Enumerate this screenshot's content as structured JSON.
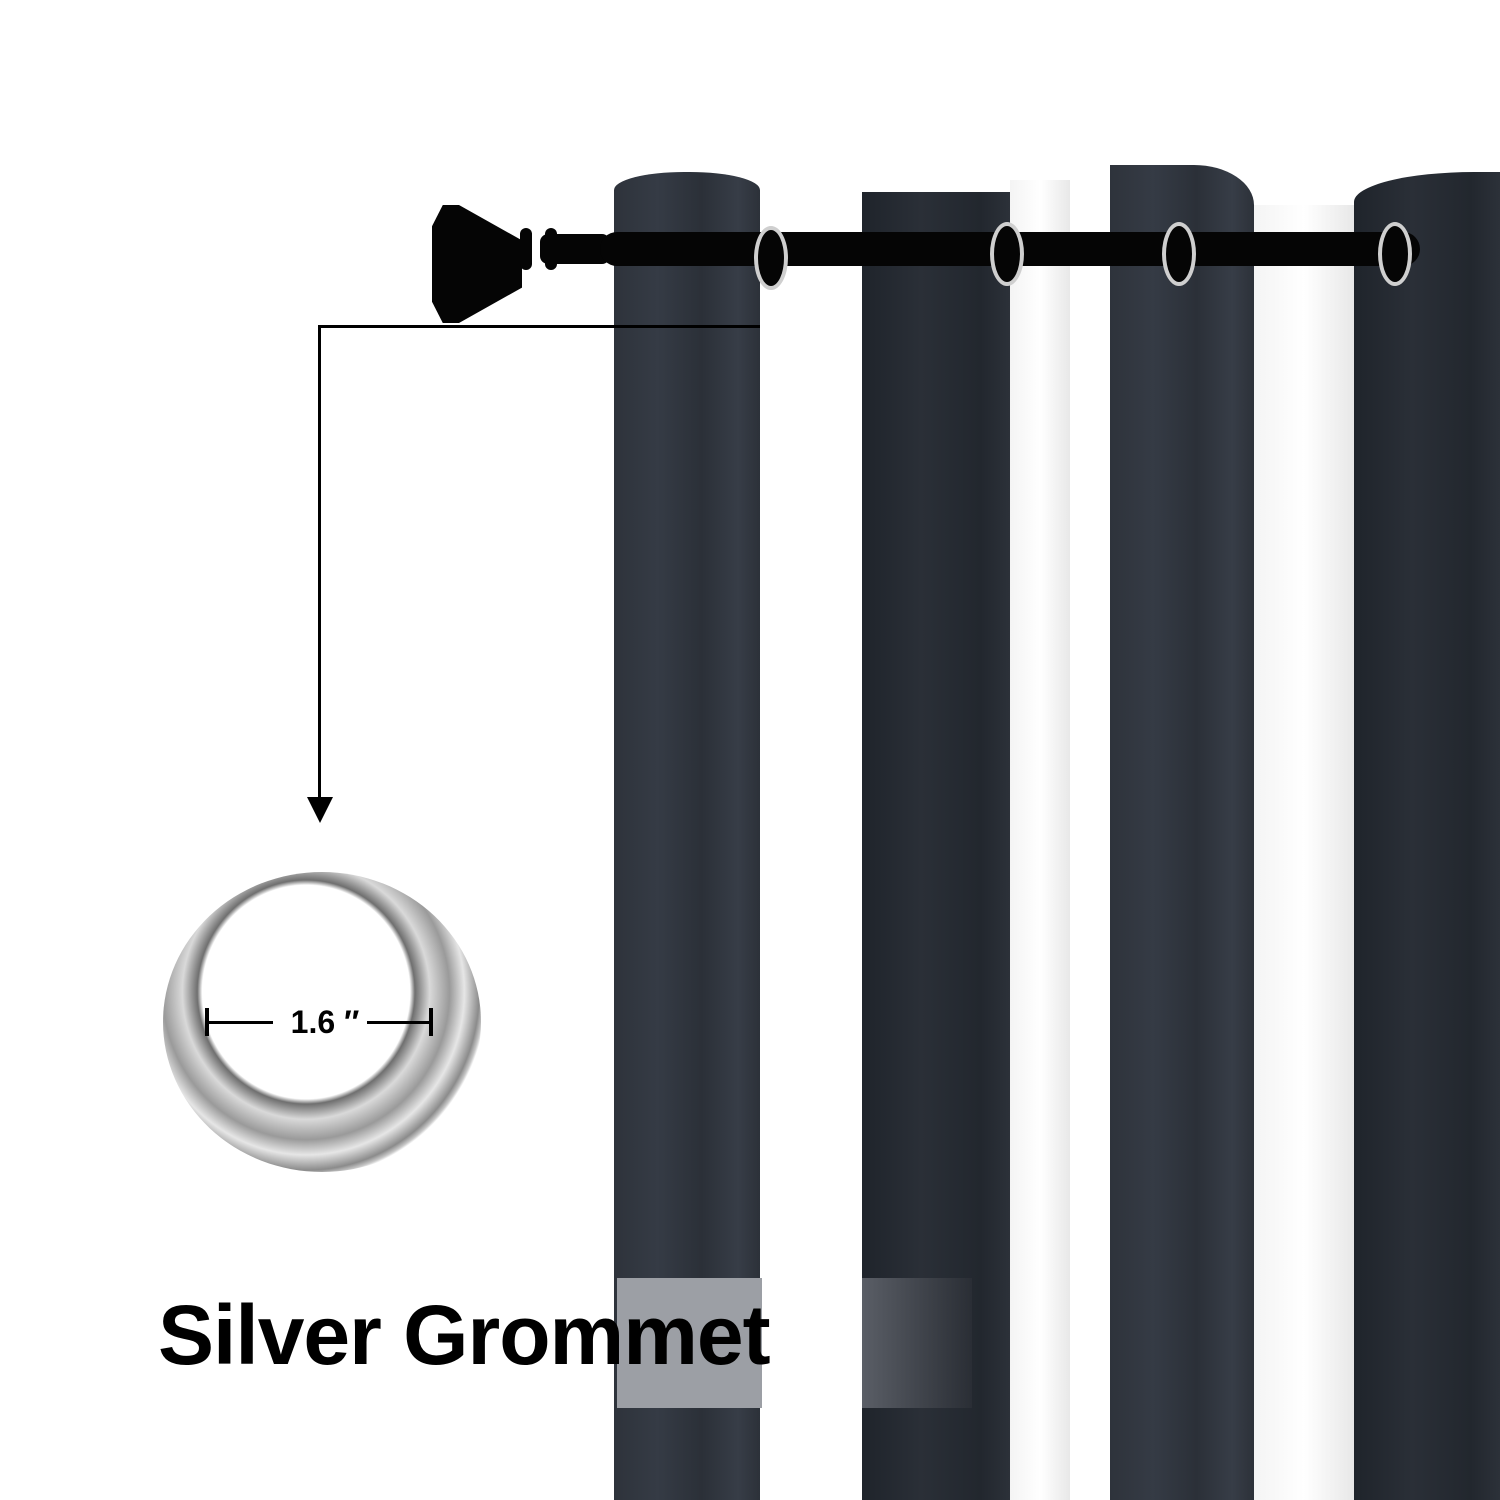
{
  "product": {
    "type": "grommet blackout curtain panels",
    "curtain_color": "#2f343c",
    "rod_color": "#050505"
  },
  "callout": {
    "feature_title": "Silver Grommet",
    "grommet_inner_diameter": "1.6 ″",
    "arrow_icon": "arrow-down"
  },
  "colors": {
    "background": "#ffffff",
    "grommet_metal": "#c0c0c0",
    "text": "#000000"
  }
}
